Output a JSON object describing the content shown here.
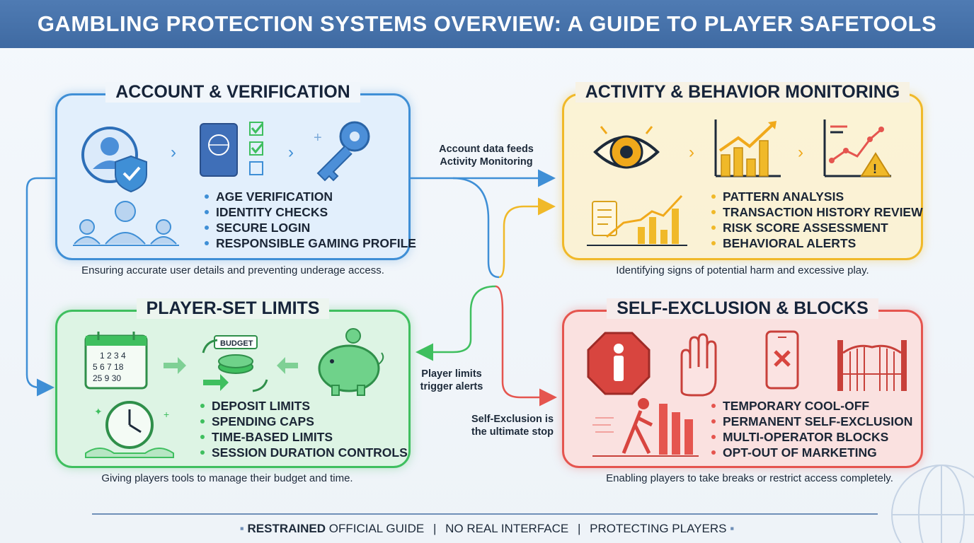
{
  "title": "GAMBLING PROTECTION SYSTEMS OVERVIEW: A GUIDE TO PLAYER SAFETOOLS",
  "panels": {
    "account": {
      "title": "ACCOUNT & VERIFICATION",
      "items": [
        "AGE VERIFICATION",
        "IDENTITY CHECKS",
        "SECURE LOGIN",
        "RESPONSIBLE GAMING PROFILE"
      ],
      "caption": "Ensuring accurate user details and preventing underage access.",
      "color": "#3f8fd6"
    },
    "monitoring": {
      "title": "ACTIVITY & BEHAVIOR MONITORING",
      "items": [
        "PATTERN ANALYSIS",
        "TRANSACTION HISTORY REVIEW",
        "RISK SCORE ASSESSMENT",
        "BEHAVIORAL ALERTS"
      ],
      "caption": "Identifying signs of potential harm and excessive play.",
      "color": "#f0b929"
    },
    "limits": {
      "title": "PLAYER-SET LIMITS",
      "items": [
        "DEPOSIT LIMITS",
        "SPENDING CAPS",
        "TIME-BASED LIMITS",
        "SESSION DURATION CONTROLS"
      ],
      "caption": "Giving players tools to manage their budget and time.",
      "color": "#3fbf5f",
      "budget_label": "BUDGET",
      "calendar_text": [
        "1 2 3 4",
        "5 6 7 18",
        "25 9 30"
      ]
    },
    "exclusion": {
      "title": "SELF-EXCLUSION & BLOCKS",
      "items": [
        "TEMPORARY COOL-OFF",
        "PERMANENT SELF-EXCLUSION",
        "MULTI-OPERATOR BLOCKS",
        "OPT-OUT OF MARKETING"
      ],
      "caption": "Enabling players to take breaks or restrict access completely.",
      "color": "#e5554f"
    }
  },
  "flows": {
    "account_to_monitoring": [
      "Account data feeds",
      "Activity Monitoring"
    ],
    "limits_alerts": [
      "Player limits",
      "trigger alerts"
    ],
    "exclusion_stop": [
      "Self-Exclusion is",
      "the ultimate stop"
    ]
  },
  "footer": {
    "strong": "RESTRAINED",
    "parts": [
      "OFFICIAL GUIDE",
      "NO REAL INTERFACE",
      "PROTECTING PLAYERS"
    ],
    "separator": "|"
  }
}
